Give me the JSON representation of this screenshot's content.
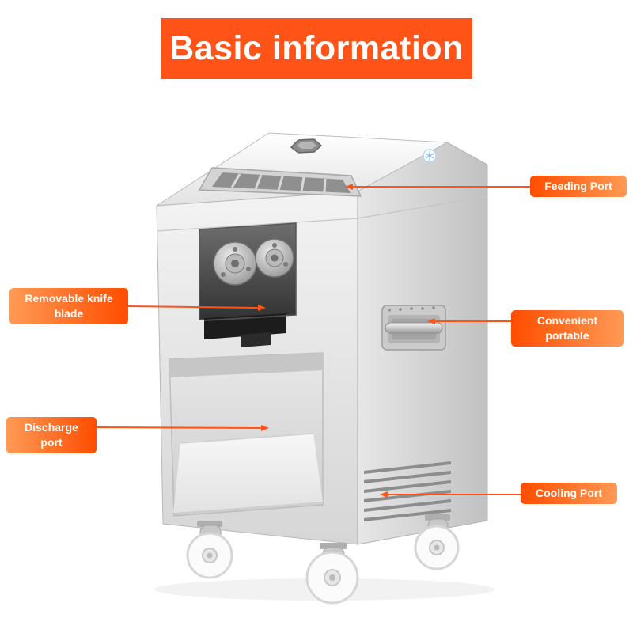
{
  "page": {
    "background_color": "#ffffff",
    "accent_color": "#ff5317"
  },
  "header": {
    "title": "Basic information",
    "bg_color": "#ff5317",
    "text_color": "#ffffff"
  },
  "callouts": [
    {
      "id": "feeding-port",
      "label": "Feeding Port",
      "side": "right"
    },
    {
      "id": "removable-knife-blade",
      "label": "Removable knife blade",
      "side": "left"
    },
    {
      "id": "convenient-portable",
      "label": "Convenient portable",
      "side": "right"
    },
    {
      "id": "discharge-port",
      "label": "Discharge port",
      "side": "left"
    },
    {
      "id": "cooling-port",
      "label": "Cooling Port",
      "side": "right"
    }
  ]
}
